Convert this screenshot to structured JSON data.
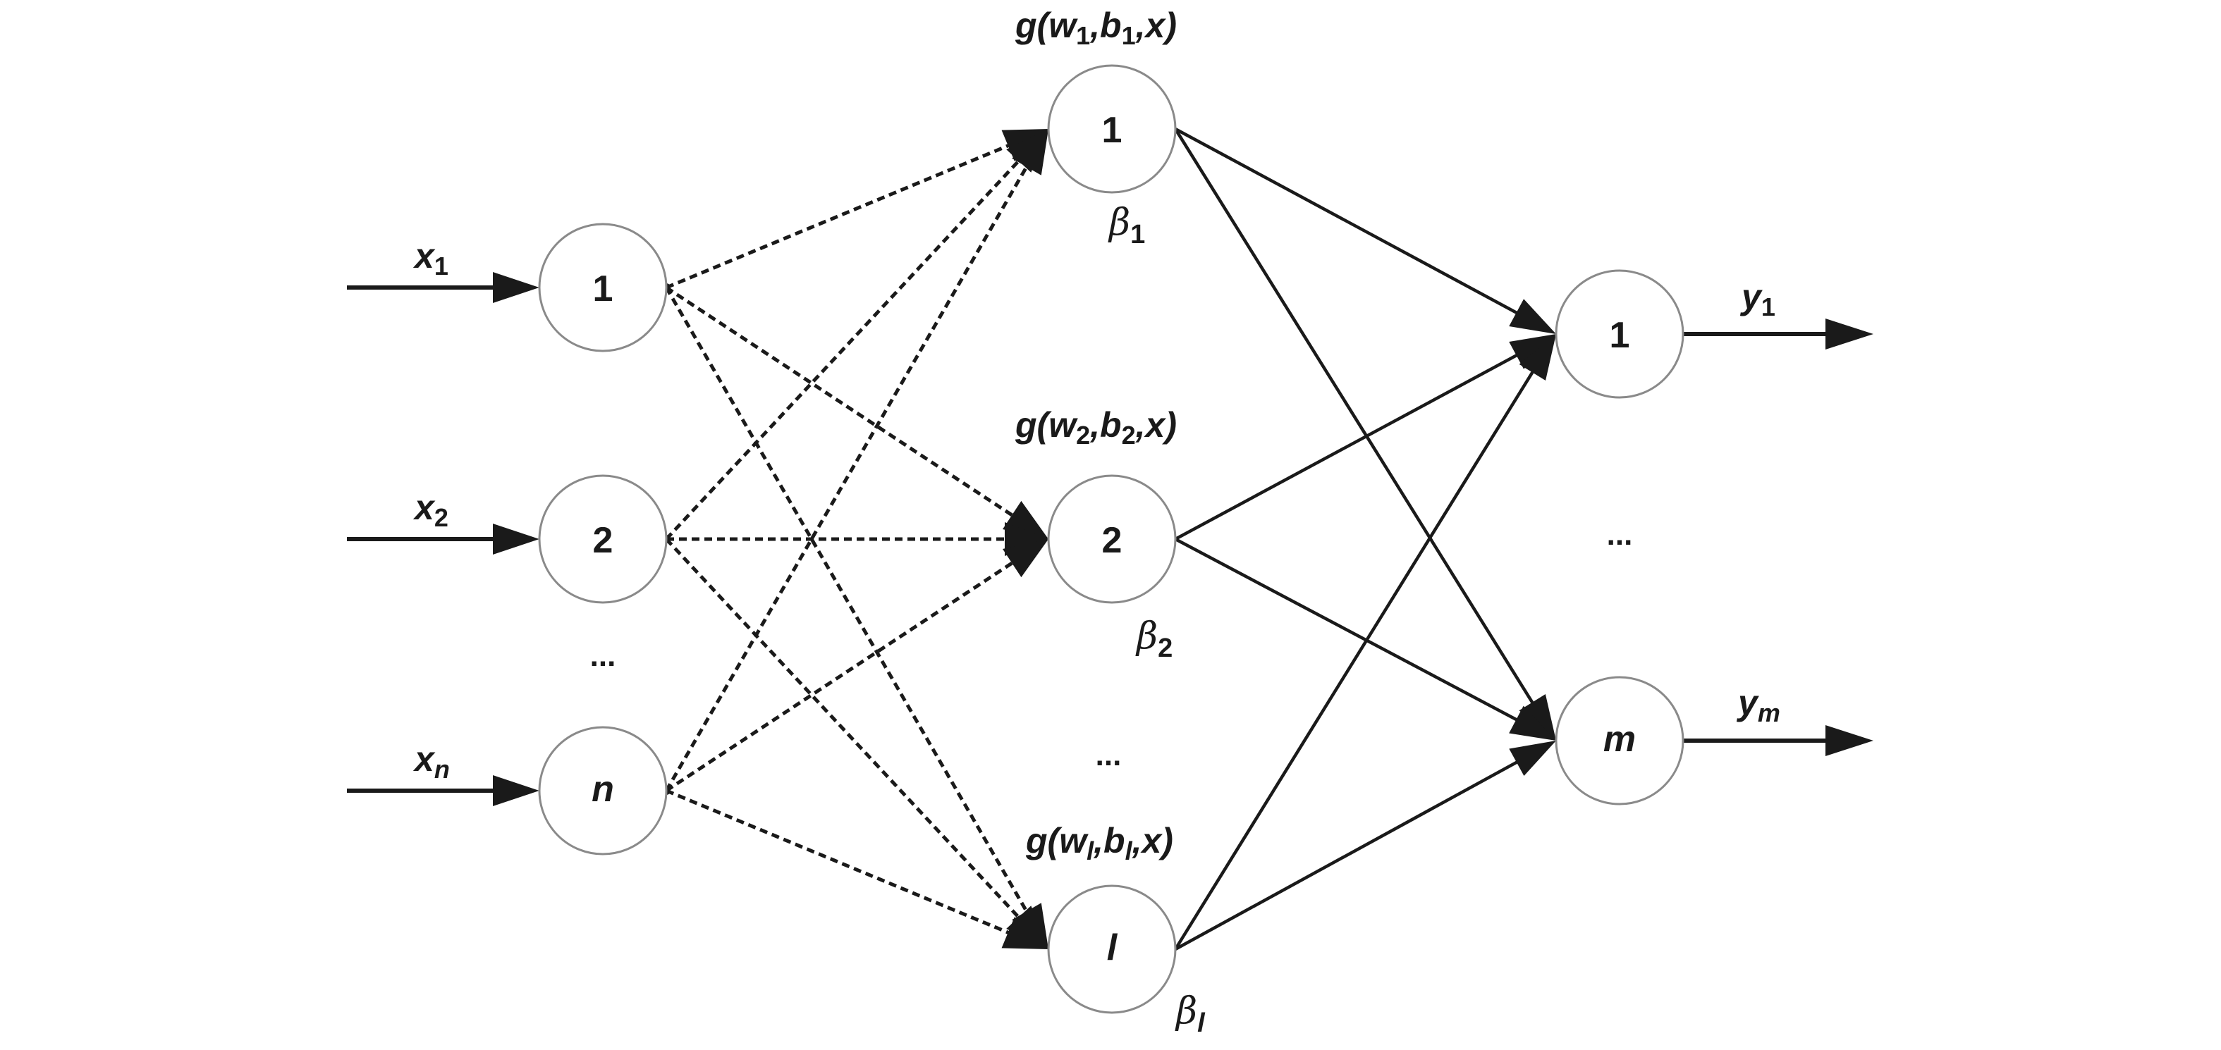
{
  "title": "Single-hidden-layer feedforward network (ELM) diagram",
  "input_layer": {
    "nodes": [
      {
        "label": "1",
        "italic": false,
        "input_var": "x",
        "input_sub": "1",
        "sub_italic": false
      },
      {
        "label": "2",
        "italic": false,
        "input_var": "x",
        "input_sub": "2",
        "sub_italic": false
      },
      {
        "label": "n",
        "italic": true,
        "input_var": "x",
        "input_sub": "n",
        "sub_italic": true
      }
    ],
    "ellipsis": "..."
  },
  "hidden_layer": {
    "nodes": [
      {
        "label": "1",
        "italic": false,
        "func": "g(",
        "w": "w",
        "w_sub": "1",
        "b": "b",
        "b_sub": "1",
        "tail": ",x)",
        "beta": "β",
        "beta_sub": "1",
        "sub_italic": false
      },
      {
        "label": "2",
        "italic": false,
        "func": "g(",
        "w": "w",
        "w_sub": "2",
        "b": "b",
        "b_sub": "2",
        "tail": ",x)",
        "beta": "β",
        "beta_sub": "2",
        "sub_italic": false
      },
      {
        "label": "l",
        "italic": true,
        "func": "g(",
        "w": "w",
        "w_sub": "l",
        "b": "b",
        "b_sub": "l",
        "tail": ",x)",
        "beta": "β",
        "beta_sub": "l",
        "sub_italic": true
      }
    ],
    "ellipsis": "..."
  },
  "output_layer": {
    "nodes": [
      {
        "label": "1",
        "italic": false,
        "output_var": "y",
        "output_sub": "1",
        "sub_italic": false
      },
      {
        "label": "m",
        "italic": true,
        "output_var": "y",
        "output_sub": "m",
        "sub_italic": true
      }
    ],
    "ellipsis": "..."
  },
  "connections": {
    "input_to_hidden": "dashed, fully connected",
    "hidden_to_output": "solid, fully connected"
  },
  "colors": {
    "stroke": "#1a1a1a",
    "node_border": "#8a8a8a",
    "background": "#ffffff"
  }
}
